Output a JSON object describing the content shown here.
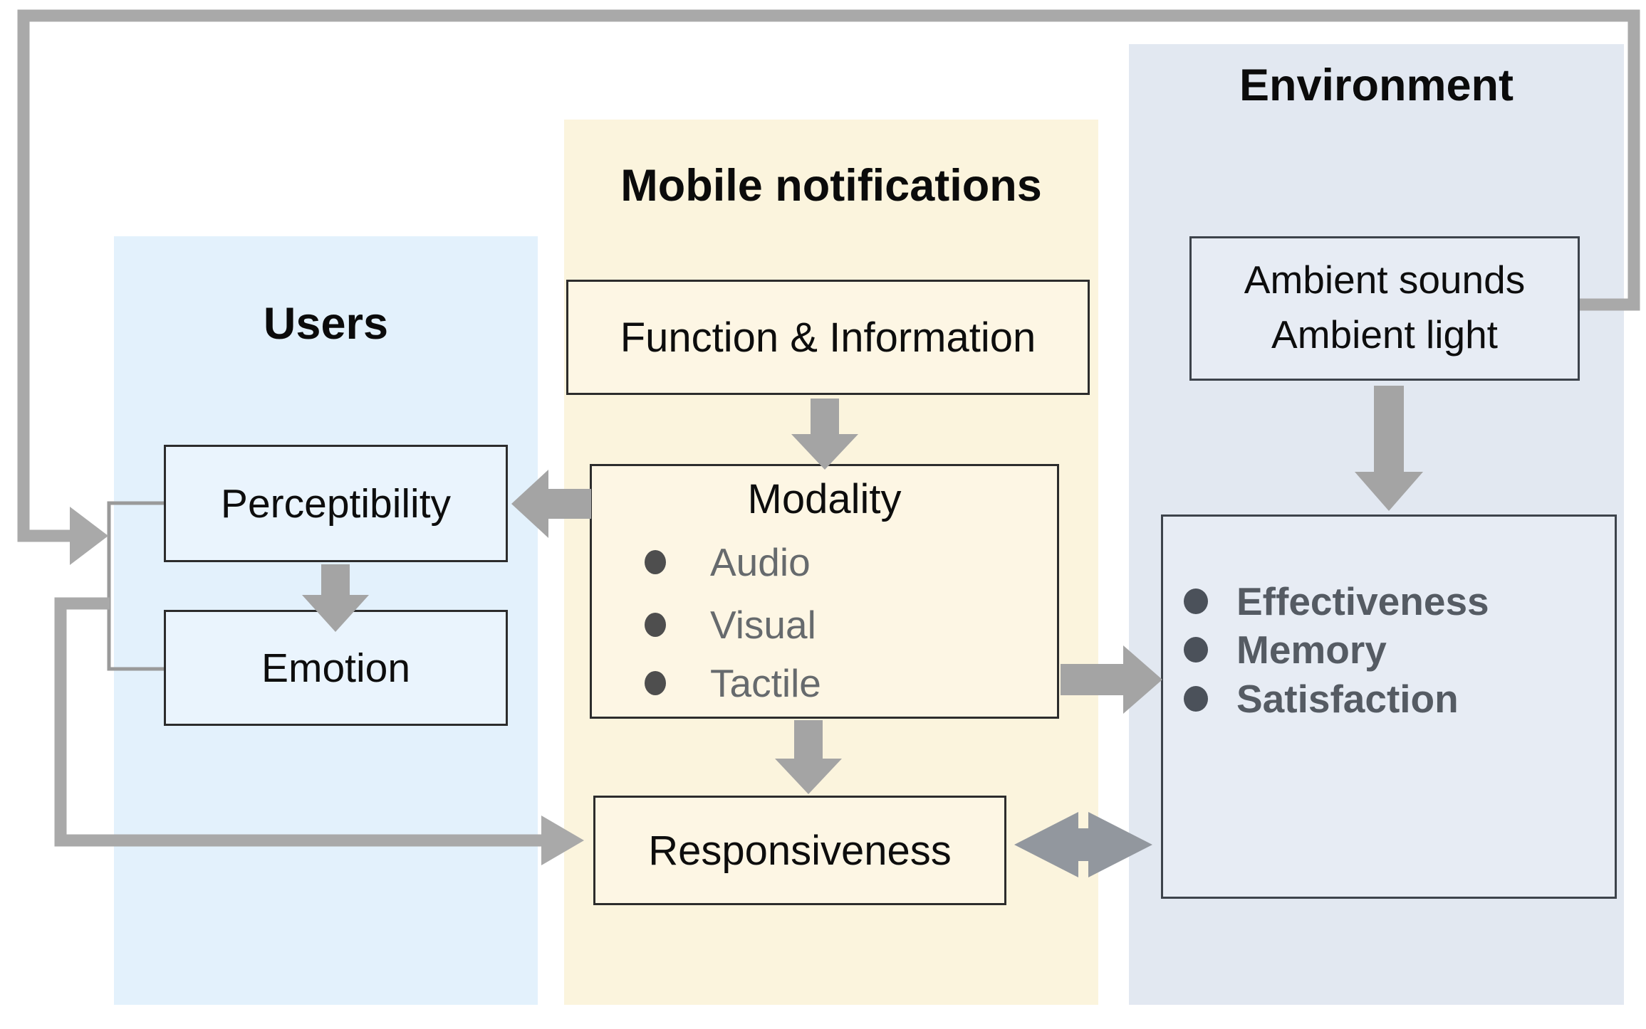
{
  "diagram": {
    "panels": {
      "users": {
        "title": "Users"
      },
      "mobile": {
        "title": "Mobile notifications"
      },
      "environment": {
        "title": "Environment"
      }
    },
    "boxes": {
      "perceptibility": {
        "label": "Perceptibility"
      },
      "emotion": {
        "label": "Emotion"
      },
      "function_information": {
        "label": "Function & Information"
      },
      "modality": {
        "title": "Modality",
        "items": [
          "Audio",
          "Visual",
          "Tactile"
        ]
      },
      "responsiveness": {
        "label": "Responsiveness"
      },
      "ambient": {
        "line1": "Ambient sounds",
        "line2": "Ambient light"
      },
      "outcomes": {
        "items": [
          "Effectiveness",
          "Memory",
          "Satisfaction"
        ]
      }
    },
    "colors": {
      "users_panel": "#e3f1fc",
      "mobile_panel": "#fbf4dd",
      "environment_panel": "#e2e8f1",
      "arrow_gray": "#a4a4a4",
      "loop_gray": "#a9a9a9",
      "bullet_text_gray": "#5b6066",
      "box_border": "#2c2c2c"
    }
  }
}
